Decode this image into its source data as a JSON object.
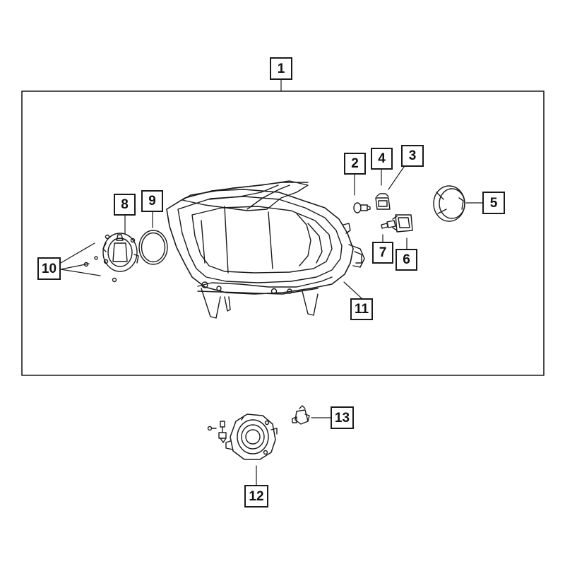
{
  "diagram": {
    "callouts": [
      {
        "id": "c1",
        "label": "1"
      },
      {
        "id": "c2",
        "label": "2"
      },
      {
        "id": "c3",
        "label": "3"
      },
      {
        "id": "c4",
        "label": "4"
      },
      {
        "id": "c5",
        "label": "5"
      },
      {
        "id": "c6",
        "label": "6"
      },
      {
        "id": "c7",
        "label": "7"
      },
      {
        "id": "c8",
        "label": "8"
      },
      {
        "id": "c9",
        "label": "9"
      },
      {
        "id": "c10",
        "label": "10"
      },
      {
        "id": "c11",
        "label": "11"
      },
      {
        "id": "c12",
        "label": "12"
      },
      {
        "id": "c13",
        "label": "13"
      }
    ]
  },
  "colors": {
    "line": "#1a1a1a",
    "background": "#ffffff"
  }
}
